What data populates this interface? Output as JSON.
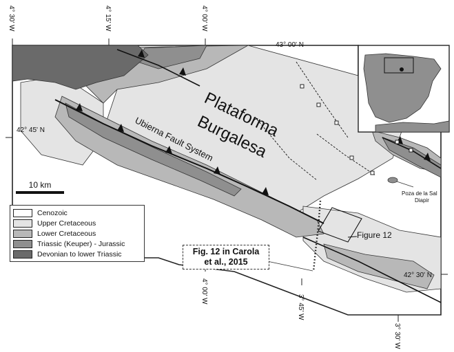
{
  "coordinates": {
    "top": [
      "4° 30' W",
      "4° 15' W",
      "4° 00' W"
    ],
    "bottom": [
      "4° 00' W",
      "3° 45' W",
      "3° 30' W"
    ],
    "lat_top": "43° 00' N",
    "lat_left": "42° 45' N",
    "lat_right": "42° 30' N"
  },
  "labels": {
    "plataforma": "Plataforma",
    "burgalesa": "Burgalesa",
    "fault_system": "Ubierna Fault System",
    "poza_line1": "Poza de la Sal",
    "poza_line2": "Diapir",
    "figure12": "Figure 12",
    "figref_line1": "Fig. 12 in Carola",
    "figref_line2": "et al., 2015"
  },
  "scale": {
    "label": "10 km"
  },
  "legend": [
    {
      "label": "Cenozoic",
      "color": "#ffffff"
    },
    {
      "label": "Upper Cretaceous",
      "color": "#e4e4e4"
    },
    {
      "label": "Lower Cretaceous",
      "color": "#b8b8b8"
    },
    {
      "label": "Triassic (Keuper) - Jurassic",
      "color": "#8f8f8f"
    },
    {
      "label": "Devonian to lower Triassic",
      "color": "#6a6a6a"
    }
  ]
}
